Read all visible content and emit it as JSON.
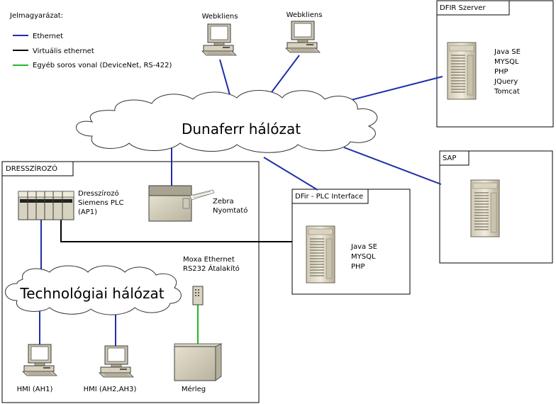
{
  "legend": {
    "title": "Jelmagyarázat:",
    "items": [
      {
        "label": "Ethernet",
        "color": "#1f2fa8"
      },
      {
        "label": "Virtuális ethernet",
        "color": "#000000"
      },
      {
        "label": "Egyéb soros vonal (DeviceNet, RS-422)",
        "color": "#22b922"
      }
    ]
  },
  "clouds": {
    "main": "Dunaferr hálózat",
    "tech": "Technológiai hálózat"
  },
  "webclients": [
    "Webkliens",
    "Webkliens"
  ],
  "zones": {
    "dfir_server": {
      "title": "DFIR Szerver",
      "specs": [
        "Java SE",
        "MYSQL",
        "PHP",
        "JQuery",
        "Tomcat"
      ]
    },
    "sap": {
      "title": "SAP"
    },
    "plc_interface": {
      "title": "DFir - PLC Interface",
      "specs": [
        "Java SE",
        "MYSQL",
        "PHP"
      ]
    },
    "dresszirozo": {
      "title": "DRESSZÍROZÓ"
    }
  },
  "devices": {
    "plc": [
      "Dresszírozó",
      "Siemens PLC",
      "(AP1)"
    ],
    "printer": [
      "Zebra",
      "Nyomtató"
    ],
    "moxa": [
      "Moxa Ethernet",
      "RS232 Átalakító"
    ],
    "hmi1": "HMI (AH1)",
    "hmi2": "HMI (AH2,AH3)",
    "scale": "Mérleg"
  },
  "colors": {
    "ethernet": "#1f2fa8",
    "virtual": "#000000",
    "serial": "#22b922"
  }
}
